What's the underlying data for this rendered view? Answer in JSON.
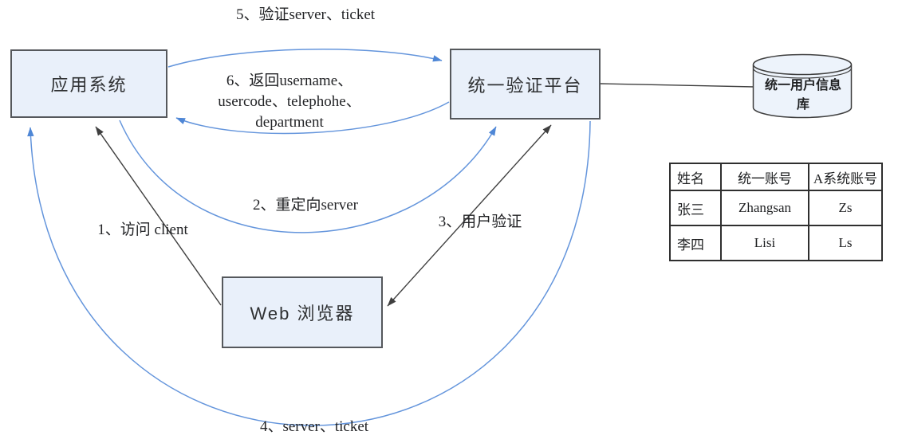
{
  "diagram": {
    "nodes": {
      "app_system": {
        "label": "应用系统"
      },
      "auth_platform": {
        "label": "统一验证平台"
      },
      "web_browser": {
        "label": "Web 浏览器"
      },
      "user_db": {
        "lines": [
          "统一用户信息",
          "库"
        ]
      }
    },
    "edges": {
      "step1": {
        "label": "1、访问 client"
      },
      "step2": {
        "label": "2、重定向server"
      },
      "step3": {
        "label": "3、用户验证"
      },
      "step4": {
        "label": "4、server、ticket"
      },
      "step5": {
        "label": "5、验证server、ticket"
      },
      "step6": {
        "lines": [
          "6、返回username、",
          "usercode、telephohe、",
          "department"
        ]
      }
    },
    "colors": {
      "arrow_blue": "#6495dc",
      "arrow_blue_head": "#4f87d6",
      "arrow_black": "#3f3f3f",
      "node_fill": "#e9f0fa",
      "node_border": "#55585c"
    }
  },
  "table": {
    "headers": [
      "姓名",
      "统一账号",
      "A系统账号"
    ],
    "rows": [
      [
        "张三",
        "Zhangsan",
        "Zs"
      ],
      [
        "李四",
        "Lisi",
        "Ls"
      ]
    ]
  }
}
